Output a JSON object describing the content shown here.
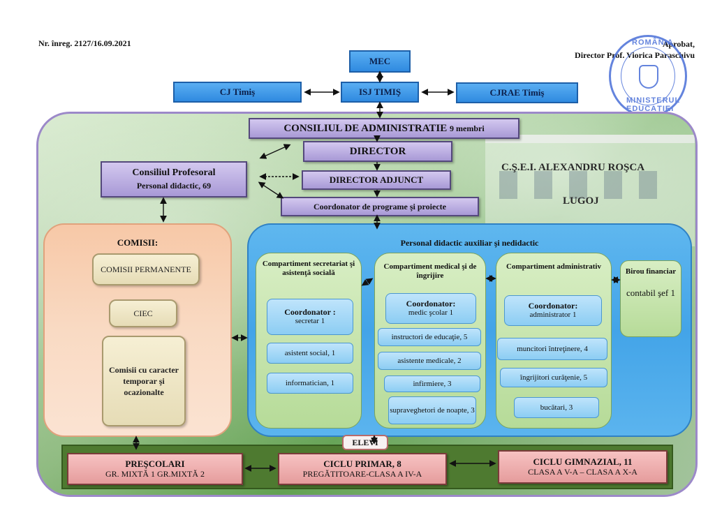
{
  "header": {
    "registration": "Nr. înreg. 2127/16.09.2021",
    "approved": "Aprobat,",
    "director": "Director Prof. Viorica Paraschivu"
  },
  "stamp": {
    "top_text": "ROMÂNIA",
    "bottom_text": "MINISTERUL EDUCAȚIEI"
  },
  "top": {
    "mec": "MEC",
    "isj": "ISJ TIMIŞ",
    "cj": "CJ  Timiş",
    "cjrae": "CJRAE Timiş"
  },
  "leadership": {
    "consiliul_admin": "CONSILIUL DE ADMINISTRATIE",
    "consiliul_admin_members": "9 membri",
    "director": "DIRECTOR",
    "director_adjunct": "DIRECTOR ADJUNCT",
    "coordonator": "Coordonator de programe şi proiecte",
    "consiliul_profesoral": "Consiliul Profesoral",
    "personal_didactic": "Personal didactic, 69"
  },
  "school": {
    "name": "C.Ş.E.I. ALEXANDRU ROŞCA",
    "city": "LUGOJ"
  },
  "comisii": {
    "title": "COMISII:",
    "permanente": "COMISII PERMANENTE",
    "ciec": "CIEC",
    "temporar": "Comisii cu caracter temporar şi ocazionalte"
  },
  "auxiliar": {
    "title": "Personal didactic auxiliar şi nedidactic",
    "secretariat": {
      "title": "Compartiment secretariat şi asistenţă socială",
      "coord_label": "Coordonator :",
      "coord_value": "secretar 1",
      "items": [
        "asistent social, 1",
        "informatician, 1"
      ]
    },
    "medical": {
      "title": "Compartiment medical şi de îngrijire",
      "coord_label": "Coordonator:",
      "coord_value": "medic şcolar 1",
      "items": [
        "instructori de educaţie, 5",
        "asistente medicale, 2",
        "infirmiere, 3",
        "supraveghetori de noapte, 3"
      ]
    },
    "administrativ": {
      "title": "Compartiment administrativ",
      "coord_label": "Coordonator:",
      "coord_value": "administrator 1",
      "items": [
        "muncitori întreţinere, 4",
        "îngrijitori curăţenie, 5",
        "bucătari, 3"
      ]
    },
    "birou": {
      "title": "Birou financiar",
      "value": "contabil şef 1"
    }
  },
  "elevi": {
    "label": "ELEVI",
    "prescolari_title": "PREŞCOLARI",
    "prescolari_detail": "GR. MIXTĂ 1 GR.MIXTĂ 2",
    "primar_title": "CICLU PRIMAR, 8",
    "primar_detail": "PREGĂTITOARE-CLASA A IV-A",
    "gimnazial_title": "CICLU GIMNAZIAL, 11",
    "gimnazial_detail": "CLASA A V-A – CLASA A X-A"
  },
  "colors": {
    "blue": "#3f97e6",
    "purple": "#b8aadf",
    "green": "#4e7a30",
    "pink": "#eeacac",
    "stamp": "#4a6fd8"
  }
}
